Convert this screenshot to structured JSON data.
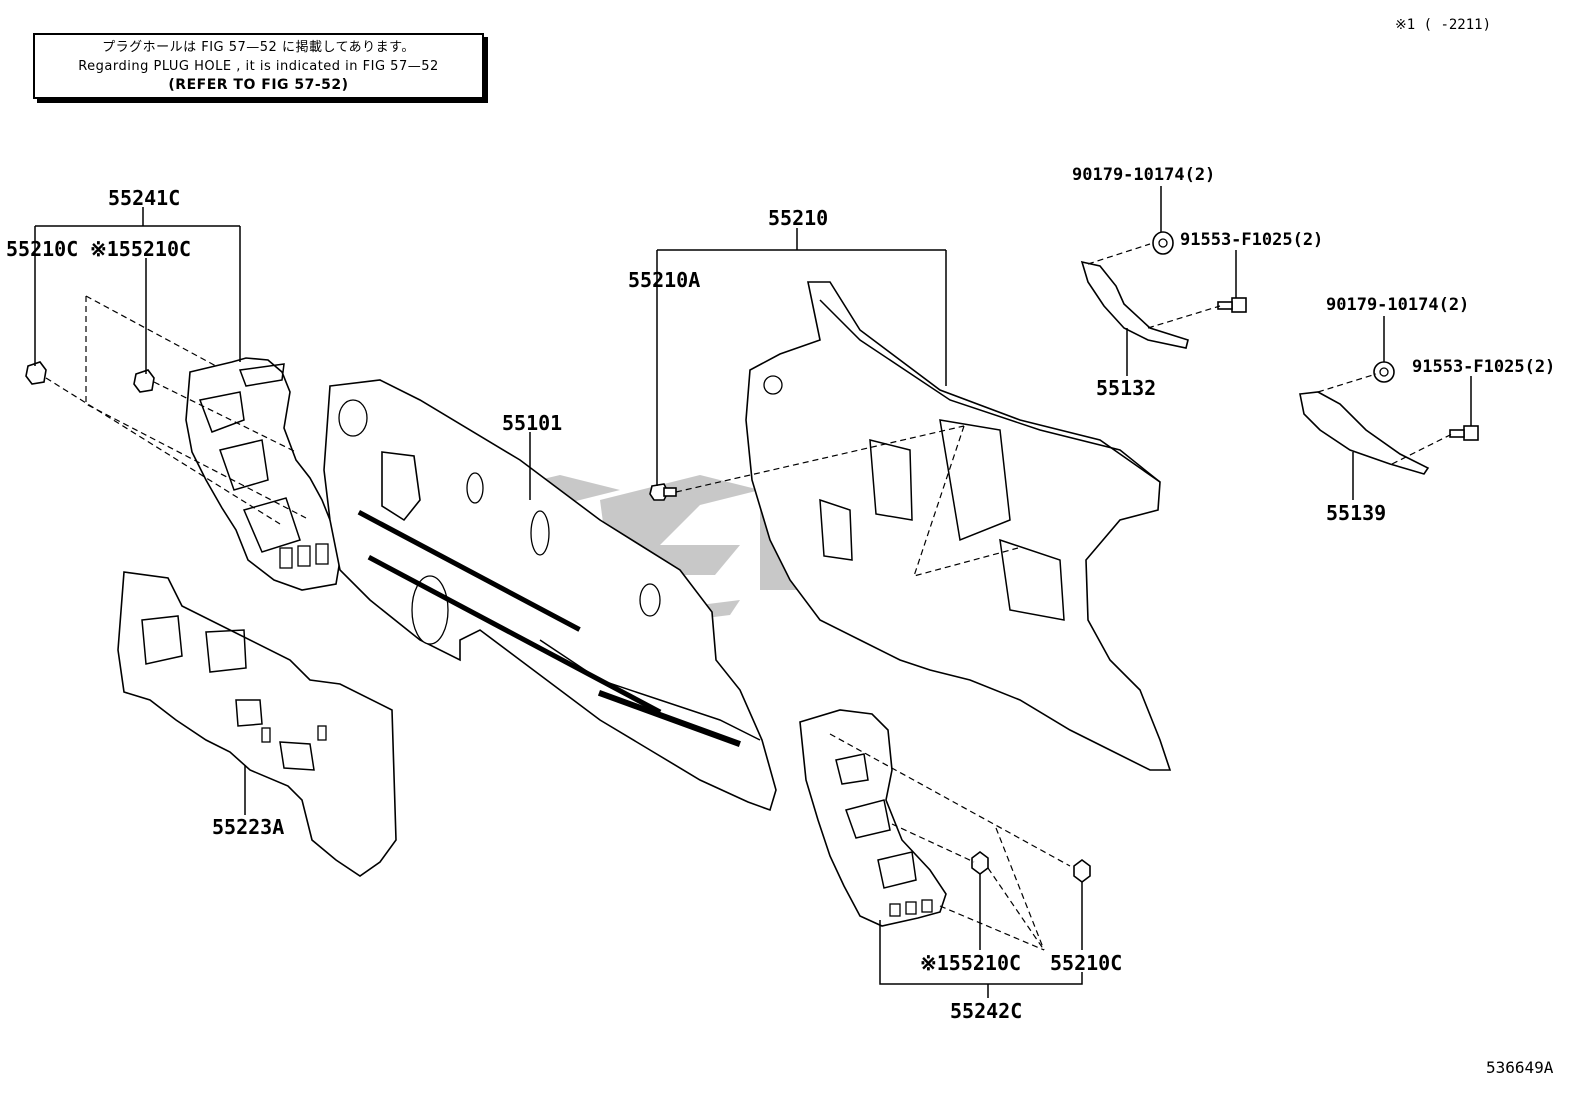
{
  "note": {
    "line_jp": "プラグホールは FIG 57—52 に掲載してあります。",
    "line_en": "Regarding PLUG HOLE , it is indicated in FIG 57—52",
    "line_ref": "(REFER TO FIG 57-52)"
  },
  "corner_note": "※1 (      -2211)",
  "figure_code": "536649A",
  "parts": {
    "p55241c": "55241C",
    "p55210c_left": "55210C",
    "p55210c_left_star": "※155210C",
    "p55223a": "55223A",
    "p55101": "55101",
    "p55210": "55210",
    "p55210a": "55210A",
    "p90179_a": "90179-10174(2)",
    "p91553_a": "91553-F1025(2)",
    "p55132": "55132",
    "p90179_b": "90179-10174(2)",
    "p91553_b": "91553-F1025(2)",
    "p55139": "55139",
    "p55210c_bottom_star": "※155210C",
    "p55210c_bottom": "55210C",
    "p55242c": "55242C"
  }
}
